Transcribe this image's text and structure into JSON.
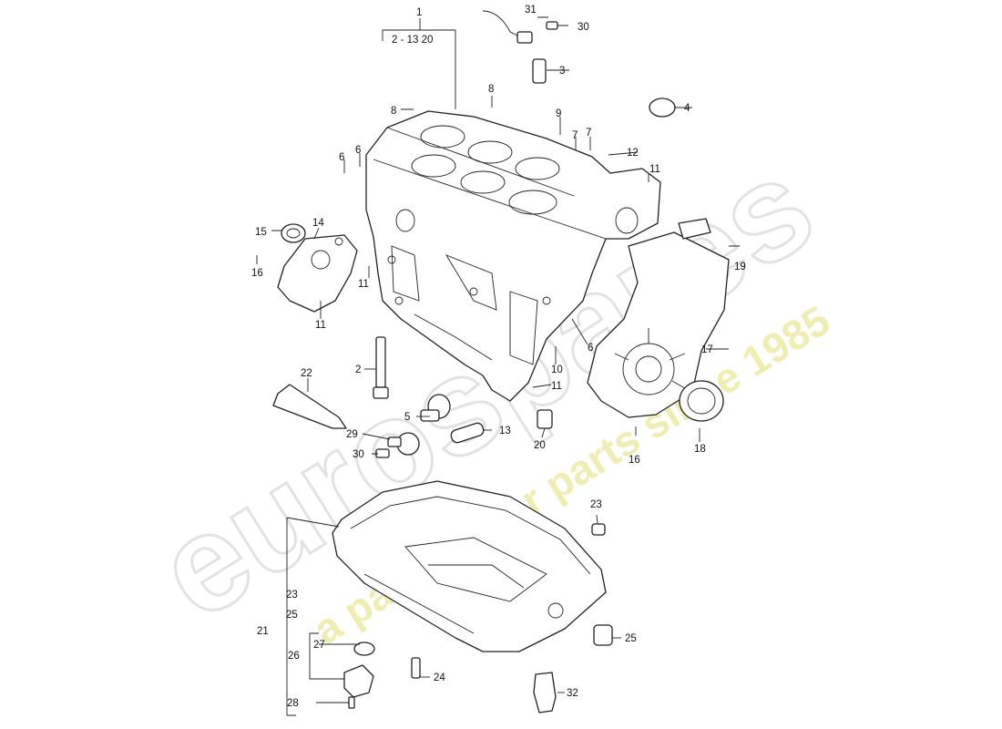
{
  "diagram": {
    "callouts": {
      "c1": "1",
      "c2_13_20": "2 - 13  20",
      "c2": "2",
      "c3": "3",
      "c4": "4",
      "c5": "5",
      "c6a": "6",
      "c6b": "6",
      "c6c": "6",
      "c7a": "7",
      "c7b": "7",
      "c8a": "8",
      "c8b": "8",
      "c9": "9",
      "c10": "10",
      "c11a": "11",
      "c11b": "11",
      "c11c": "11",
      "c11d": "11",
      "c12": "12",
      "c13": "13",
      "c14": "14",
      "c15": "15",
      "c16a": "16",
      "c16b": "16",
      "c17": "17",
      "c18": "18",
      "c19": "19",
      "c20": "20",
      "c21": "21",
      "c22": "22",
      "c23a": "23",
      "c23b": "23",
      "c24": "24",
      "c25a": "25",
      "c25b": "25",
      "c26": "26",
      "c27": "27",
      "c28": "28",
      "c29": "29",
      "c30a": "30",
      "c30b": "30",
      "c31": "31",
      "c32": "32"
    },
    "watermark": {
      "brand": "eurospares",
      "tagline": "a passion for parts since 1985",
      "brand_color": "#dcdcdc",
      "tagline_color": "#eeeaa6"
    }
  }
}
